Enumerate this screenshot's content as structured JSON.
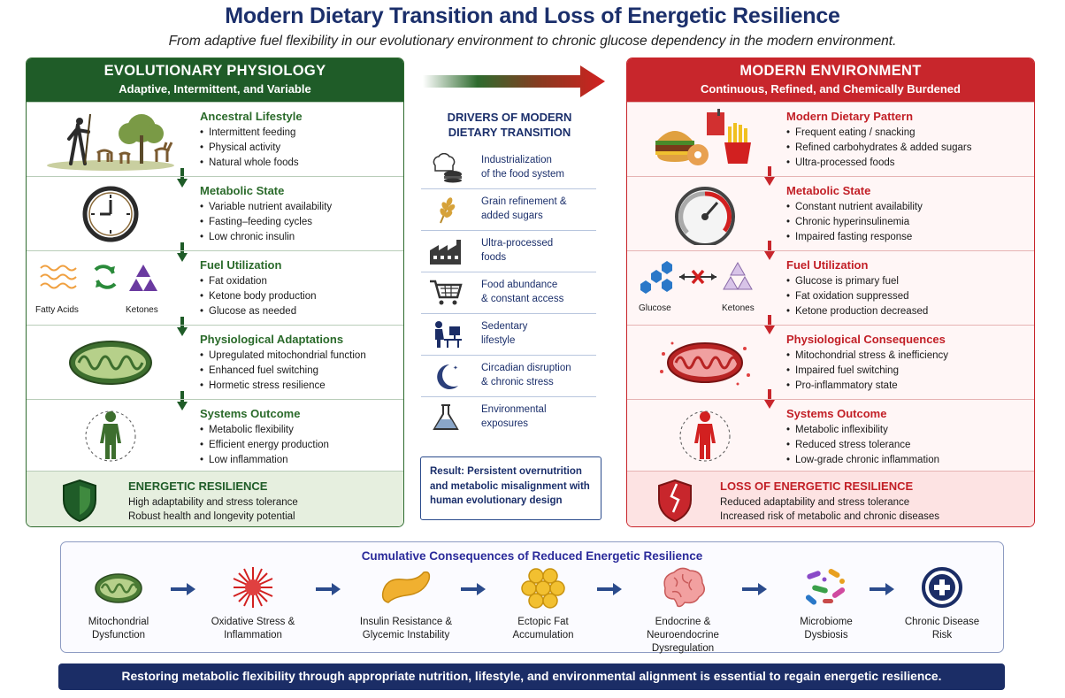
{
  "title": "Modern Dietary Transition and Loss of Energetic Resilience",
  "subtitle": "From adaptive fuel flexibility in our evolutionary environment to chronic glucose dependency in the modern environment.",
  "left": {
    "heading": "EVOLUTIONARY PHYSIOLOGY",
    "subheading": "Adaptive, Intermittent, and Variable",
    "rows": [
      {
        "title": "Ancestral Lifestyle",
        "items": [
          "Intermittent feeding",
          "Physical activity",
          "Natural whole foods"
        ]
      },
      {
        "title": "Metabolic State",
        "items": [
          "Variable nutrient availability",
          "Fasting–feeding cycles",
          "Low chronic insulin"
        ]
      },
      {
        "title": "Fuel Utilization",
        "items": [
          "Fat oxidation",
          "Ketone body production",
          "Glucose as needed"
        ],
        "icon_labels": [
          "Fatty Acids",
          "Ketones"
        ]
      },
      {
        "title": "Physiological Adaptations",
        "items": [
          "Upregulated mitochondrial function",
          "Enhanced fuel switching",
          "Hormetic stress resilience"
        ]
      },
      {
        "title": "Systems Outcome",
        "items": [
          "Metabolic flexibility",
          "Efficient energy production",
          "Low inflammation"
        ]
      }
    ],
    "resilience": {
      "title": "ENERGETIC RESILIENCE",
      "lines": [
        "High adaptability and stress tolerance",
        "Robust health and longevity potential"
      ]
    }
  },
  "right": {
    "heading": "MODERN ENVIRONMENT",
    "subheading": "Continuous, Refined, and Chemically Burdened",
    "rows": [
      {
        "title": "Modern Dietary Pattern",
        "items": [
          "Frequent eating / snacking",
          "Refined carbohydrates & added sugars",
          "Ultra-processed foods"
        ]
      },
      {
        "title": "Metabolic State",
        "items": [
          "Constant nutrient availability",
          "Chronic hyperinsulinemia",
          "Impaired fasting response"
        ]
      },
      {
        "title": "Fuel Utilization",
        "items": [
          "Glucose is primary fuel",
          "Fat oxidation suppressed",
          "Ketone production decreased"
        ],
        "icon_labels": [
          "Glucose",
          "Ketones"
        ]
      },
      {
        "title": "Physiological Consequences",
        "items": [
          "Mitochondrial stress & inefficiency",
          "Impaired fuel switching",
          "Pro-inflammatory state"
        ]
      },
      {
        "title": "Systems Outcome",
        "items": [
          "Metabolic inflexibility",
          "Reduced stress tolerance",
          "Low-grade chronic inflammation"
        ]
      }
    ],
    "resilience": {
      "title": "LOSS OF ENERGETIC RESILIENCE",
      "lines": [
        "Reduced adaptability and stress tolerance",
        "Increased risk of metabolic and chronic diseases"
      ]
    }
  },
  "drivers": {
    "title_line1": "DRIVERS OF MODERN",
    "title_line2": "DIETARY TRANSITION",
    "items": [
      {
        "l1": "Industrialization",
        "l2": "of the food system",
        "icon": "chef-hat-burger-icon"
      },
      {
        "l1": "Grain refinement &",
        "l2": "added sugars",
        "icon": "wheat-icon"
      },
      {
        "l1": "Ultra-processed",
        "l2": "foods",
        "icon": "factory-icon"
      },
      {
        "l1": "Food abundance",
        "l2": "& constant access",
        "icon": "shopping-cart-icon"
      },
      {
        "l1": "Sedentary",
        "l2": "lifestyle",
        "icon": "desk-worker-icon"
      },
      {
        "l1": "Circadian disruption",
        "l2": "& chronic stress",
        "icon": "moon-icon"
      },
      {
        "l1": "Environmental",
        "l2": "exposures",
        "icon": "flask-icon"
      }
    ],
    "result": "Result: Persistent overnutrition and metabolic misalignment with human evolutionary design"
  },
  "cumulative": {
    "title": "Cumulative Consequences of Reduced Energetic Resilience",
    "items": [
      {
        "l1": "Mitochondrial",
        "l2": "Dysfunction",
        "l3": ""
      },
      {
        "l1": "Oxidative Stress &",
        "l2": "Inflammation",
        "l3": ""
      },
      {
        "l1": "Insulin Resistance &",
        "l2": "Glycemic Instability",
        "l3": ""
      },
      {
        "l1": "Ectopic Fat",
        "l2": "Accumulation",
        "l3": ""
      },
      {
        "l1": "Endocrine &",
        "l2": "Neuroendocrine",
        "l3": "Dysregulation"
      },
      {
        "l1": "Microbiome",
        "l2": "Dysbiosis",
        "l3": ""
      },
      {
        "l1": "Chronic Disease",
        "l2": "Risk",
        "l3": ""
      }
    ]
  },
  "footer": "Restoring metabolic flexibility through appropriate nutrition, lifestyle, and environmental alignment is essential to regain energetic resilience.",
  "colors": {
    "green": "#1f5c28",
    "red": "#c8262c",
    "navy": "#1b2d66"
  }
}
